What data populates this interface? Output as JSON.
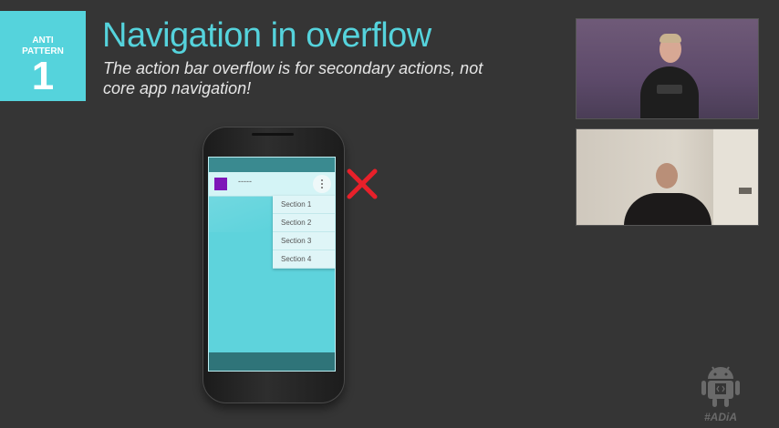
{
  "badge": {
    "label": "ANTI\nPATTERN",
    "number": "1"
  },
  "slide": {
    "title": "Navigation in overflow",
    "subtitle": "The action bar overflow is for secondary actions, not core app navigation!"
  },
  "phone": {
    "app_title": "-----",
    "menu_items": [
      "Section 1",
      "Section 2",
      "Section 3",
      "Section 4"
    ]
  },
  "footer": {
    "hashtag": "#ADiA"
  },
  "icons": {
    "overflow": "overflow-menu-icon",
    "wrong": "cross-mark-icon",
    "android": "android-robot-icon"
  },
  "colors": {
    "accent": "#55d3dc",
    "app_icon": "#7d16b8",
    "cross": "#e8202a",
    "background": "#353535"
  }
}
